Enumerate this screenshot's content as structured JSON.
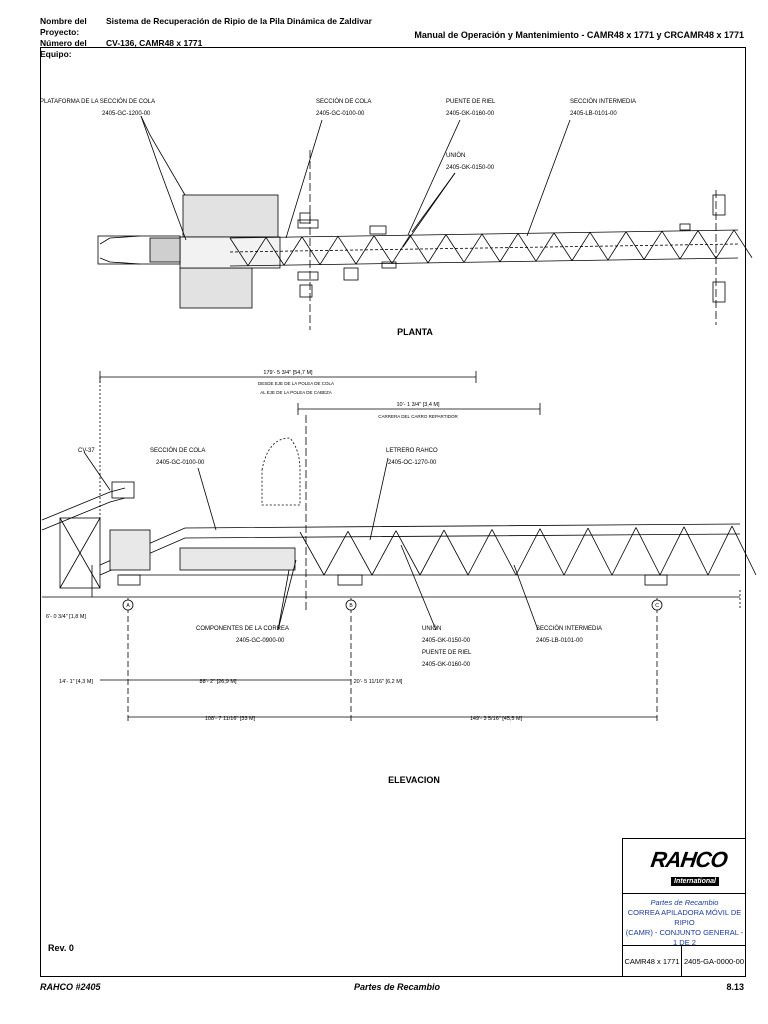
{
  "header": {
    "project_key": "Nombre del Proyecto:",
    "project_value": "Sistema de Recuperación de Ripio de la Pila Dinámica de Zaldivar",
    "equipment_key": "Número del Equipo:",
    "equipment_value": "CV-136, CAMR48 x 1771",
    "manual_title": "Manual de Operación y Mantenimiento - CAMR48 x 1771 y CRCAMR48 x 1771"
  },
  "plan": {
    "title": "PLANTA",
    "labels": {
      "platform": "PLATAFORMA DE LA SECCIÓN DE COLA",
      "platform_code": "2405-GC-1200-00",
      "tail": "SECCIÓN DE COLA",
      "tail_code": "2405-GC-0100-00",
      "bridge": "PUENTE DE RIEL",
      "bridge_code": "2405-GK-0160-00",
      "union": "UNIÓN",
      "union_code": "2405-GK-0150-00",
      "intermediate": "SECCIÓN INTERMEDIA",
      "intermediate_code": "2405-LB-0101-00"
    }
  },
  "elevation": {
    "title": "ELEVACION",
    "dims": {
      "top_overall": "179'- 5 3/4\" [54,7 M]",
      "top_note_1": "DESDE EJE DE LA POLEA DE COLA",
      "top_note_2": "AL EJE DE LA POLEA DE CABEZA",
      "travel": "10'- 1 3/4\" [3,4 M]",
      "travel_note": "CARRERA DEL CARRO REPARTIDOR",
      "height": "6'- 0 3/4\" [1,8 M]",
      "d1": "14'- 1\" [4,3 M]",
      "d2": "88'- 2\" [26,9 M]",
      "d3": "20'- 5 11/16\" [6,2 M]",
      "d4": "108'- 7 11/16\" [33 M]",
      "d5": "149'- 3 5/16\" [45,5 M]"
    },
    "labels": {
      "cv37": "CV-37",
      "tail": "SECCIÓN DE COLA",
      "tail_code": "2405-GC-0100-00",
      "sign": "LETRERO RAHCO",
      "sign_code": "2405-OC-1270-00",
      "belt": "COMPONENTES DE LA CORREA",
      "belt_code": "2405-GC-0900-00",
      "union": "UNIÓN",
      "union_code": "2405-GK-0150-00",
      "bridge": "PUENTE DE RIEL",
      "bridge_code": "2405-GK-0160-00",
      "intermediate": "SECCIÓN INTERMEDIA",
      "intermediate_code": "2405-LB-0101-00",
      "mark_a": "A",
      "mark_b": "B",
      "mark_c": "C"
    }
  },
  "rev": "Rev. 0",
  "title_block": {
    "logo": "RAHCO",
    "logo_sub": "International",
    "category": "Partes de Recambio",
    "desc_1": "CORREA  APILADORA  MÓVIL DE RIPIO",
    "desc_2": "(CAMR) - CONJUNTO GENERAL - 1 DE 2",
    "model": "CAMR48 x 1771",
    "drawing": "2405-GA-0000-00"
  },
  "footer": {
    "left": "RAHCO #2405",
    "center": "Partes de Recambio",
    "page": "8.13"
  }
}
